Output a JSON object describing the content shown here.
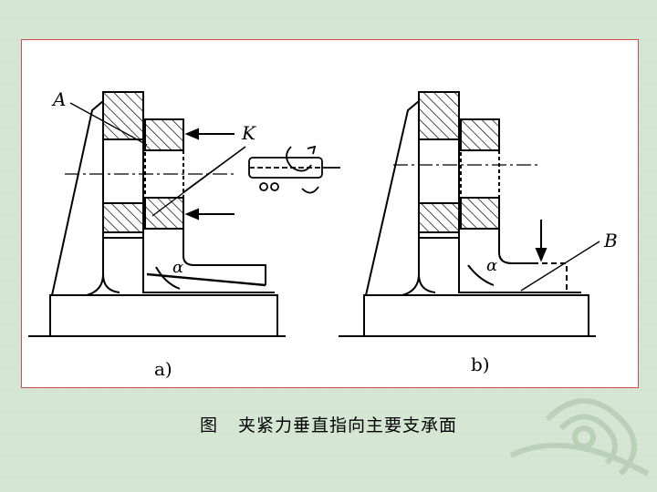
{
  "figure": {
    "labels": {
      "A": "A",
      "K": "K",
      "alpha_a": "α",
      "alpha_b": "α",
      "B": "B",
      "sub_a": "a)",
      "sub_b": "b)"
    },
    "colors": {
      "slide_background": "#d6e6d4",
      "panel_border": "#d24a4a",
      "ink": "#000000"
    }
  },
  "caption": {
    "fig_word": "图",
    "text": "夹紧力垂直指向主要支承面"
  }
}
